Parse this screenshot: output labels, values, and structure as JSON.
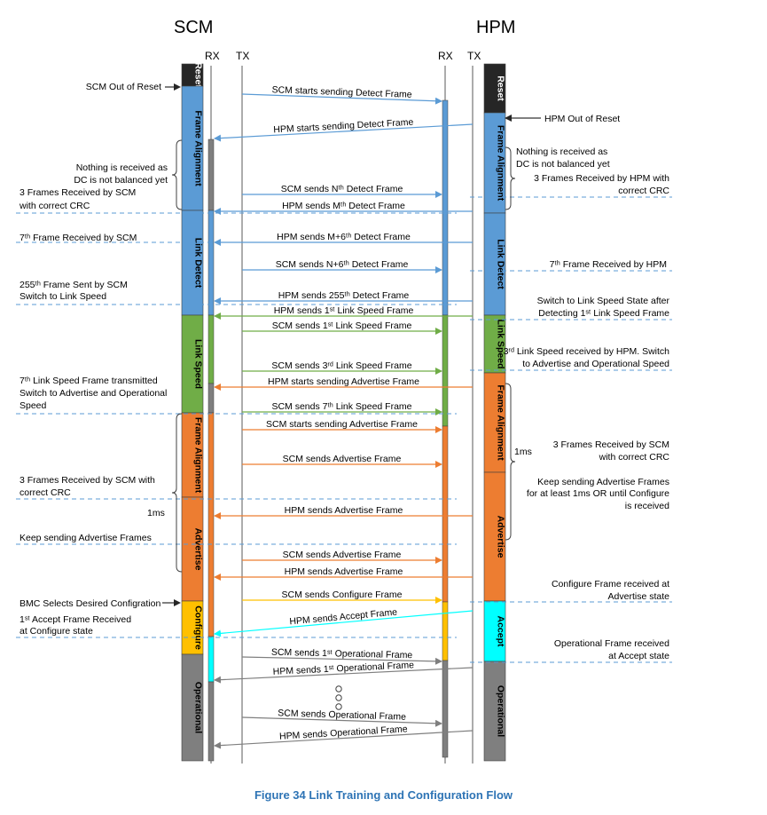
{
  "headers": {
    "scm": "SCM",
    "hpm": "HPM",
    "rx": "RX",
    "tx": "TX"
  },
  "caption": "Figure 34 Link Training and Configuration Flow",
  "colors": {
    "gray": "#7f7f7f",
    "dark": "#262626",
    "blue": "#5b9bd5",
    "green": "#70ad47",
    "orange": "#ed7d31",
    "yellow": "#ffc000",
    "cyan": "#00ffff",
    "dash": "#5b9bd5"
  },
  "scm_states": [
    {
      "label": "Reset",
      "color": "dark"
    },
    {
      "label": "Frame Alignment",
      "color": "blue"
    },
    {
      "label": "Link Detect",
      "color": "blue"
    },
    {
      "label": "Link Speed",
      "color": "green"
    },
    {
      "label": "Frame Alignment",
      "color": "orange"
    },
    {
      "label": "Advertise",
      "color": "orange"
    },
    {
      "label": "Configure",
      "color": "yellow"
    },
    {
      "label": "Operational",
      "color": "gray"
    }
  ],
  "hpm_states": [
    {
      "label": "Reset",
      "color": "dark"
    },
    {
      "label": "Frame Alignment",
      "color": "blue"
    },
    {
      "label": "Link Detect",
      "color": "blue"
    },
    {
      "label": "Link Speed",
      "color": "green"
    },
    {
      "label": "Frame Alignment",
      "color": "orange"
    },
    {
      "label": "Advertise",
      "color": "orange"
    },
    {
      "label": "Accept",
      "color": "cyan"
    },
    {
      "label": "Operational",
      "color": "gray"
    }
  ],
  "messages": [
    {
      "text": "SCM starts sending Detect Frame",
      "dir": "right",
      "color": "blue"
    },
    {
      "text": "HPM starts sending Detect Frame",
      "dir": "left",
      "color": "blue"
    },
    {
      "text": "SCM sends Nᵗʰ Detect Frame",
      "dir": "right",
      "color": "blue"
    },
    {
      "text": "HPM sends Mᵗʰ Detect Frame",
      "dir": "left",
      "color": "blue"
    },
    {
      "text": "HPM sends M+6ᵗʰ Detect Frame",
      "dir": "left",
      "color": "blue"
    },
    {
      "text": "SCM sends N+6ᵗʰ Detect Frame",
      "dir": "right",
      "color": "blue"
    },
    {
      "text": "HPM sends 255ᵗʰ Detect Frame",
      "dir": "left",
      "color": "blue"
    },
    {
      "text": "HPM sends 1ˢᵗ Link Speed Frame",
      "dir": "left",
      "color": "green"
    },
    {
      "text": "SCM sends 1ˢᵗ Link Speed Frame",
      "dir": "right",
      "color": "green"
    },
    {
      "text": "SCM sends 3ʳᵈ Link Speed Frame",
      "dir": "right",
      "color": "green"
    },
    {
      "text": "HPM starts sending Advertise Frame",
      "dir": "left",
      "color": "orange"
    },
    {
      "text": "SCM sends 7ᵗʰ Link Speed Frame",
      "dir": "right",
      "color": "green"
    },
    {
      "text": "SCM starts sending Advertise Frame",
      "dir": "right",
      "color": "orange"
    },
    {
      "text": "SCM sends Advertise Frame",
      "dir": "right",
      "color": "orange"
    },
    {
      "text": "HPM sends Advertise Frame",
      "dir": "left",
      "color": "orange"
    },
    {
      "text": "SCM sends Advertise Frame",
      "dir": "right",
      "color": "orange"
    },
    {
      "text": "HPM sends Advertise Frame",
      "dir": "left",
      "color": "orange"
    },
    {
      "text": "SCM sends Configure Frame",
      "dir": "right",
      "color": "yellow"
    },
    {
      "text": "HPM sends Accept Frame",
      "dir": "left",
      "color": "cyan"
    },
    {
      "text": "SCM sends 1ˢᵗ Operational Frame",
      "dir": "right",
      "color": "gray"
    },
    {
      "text": "HPM sends 1ˢᵗ Operational Frame",
      "dir": "left",
      "color": "gray"
    },
    {
      "text": "SCM sends Operational Frame",
      "dir": "right",
      "color": "gray"
    },
    {
      "text": "HPM sends Operational Frame",
      "dir": "left",
      "color": "gray"
    }
  ],
  "left_notes": [
    {
      "lines": [
        "SCM Out of Reset"
      ]
    },
    {
      "lines": [
        "Nothing is received as",
        "DC is not balanced yet"
      ]
    },
    {
      "lines": [
        "3 Frames Received by SCM",
        "with correct CRC"
      ]
    },
    {
      "lines": [
        "7ᵗʰ Frame Received by SCM"
      ]
    },
    {
      "lines": [
        "255ᵗʰ Frame Sent by SCM",
        "Switch to Link Speed"
      ]
    },
    {
      "lines": [
        "7ᵗʰ Link Speed Frame transmitted",
        "Switch to Advertise and Operational",
        "Speed"
      ]
    },
    {
      "lines": [
        "3 Frames Received by SCM with",
        "correct CRC"
      ]
    },
    {
      "lines": [
        "1ms"
      ]
    },
    {
      "lines": [
        "Keep sending Advertise Frames"
      ]
    },
    {
      "lines": [
        "BMC Selects Desired Configration"
      ]
    },
    {
      "lines": [
        "1ˢᵗ Accept Frame Received",
        "at Configure state"
      ]
    }
  ],
  "right_notes": [
    {
      "lines": [
        "HPM Out of Reset"
      ]
    },
    {
      "lines": [
        "Nothing is received as",
        "DC is not balanced yet"
      ]
    },
    {
      "lines": [
        "3 Frames Received by HPM with",
        "correct CRC"
      ]
    },
    {
      "lines": [
        "7ᵗʰ Frame Received by HPM"
      ]
    },
    {
      "lines": [
        "Switch to Link Speed State after",
        "Detecting 1ˢᵗ Link Speed Frame"
      ]
    },
    {
      "lines": [
        "3ʳᵈ Link Speed received by HPM. Switch",
        "to Advertise and Operational Speed"
      ]
    },
    {
      "lines": [
        "1ms"
      ]
    },
    {
      "lines": [
        "3 Frames Received by SCM",
        "with correct CRC"
      ]
    },
    {
      "lines": [
        "Keep sending Advertise Frames",
        "for at least 1ms OR until Configure",
        "is received"
      ]
    },
    {
      "lines": [
        "Configure Frame received at",
        "Advertise state"
      ]
    },
    {
      "lines": [
        "Operational Frame received",
        "at Accept state"
      ]
    }
  ],
  "ellipsis": [
    "dot",
    "dot",
    "dot"
  ]
}
